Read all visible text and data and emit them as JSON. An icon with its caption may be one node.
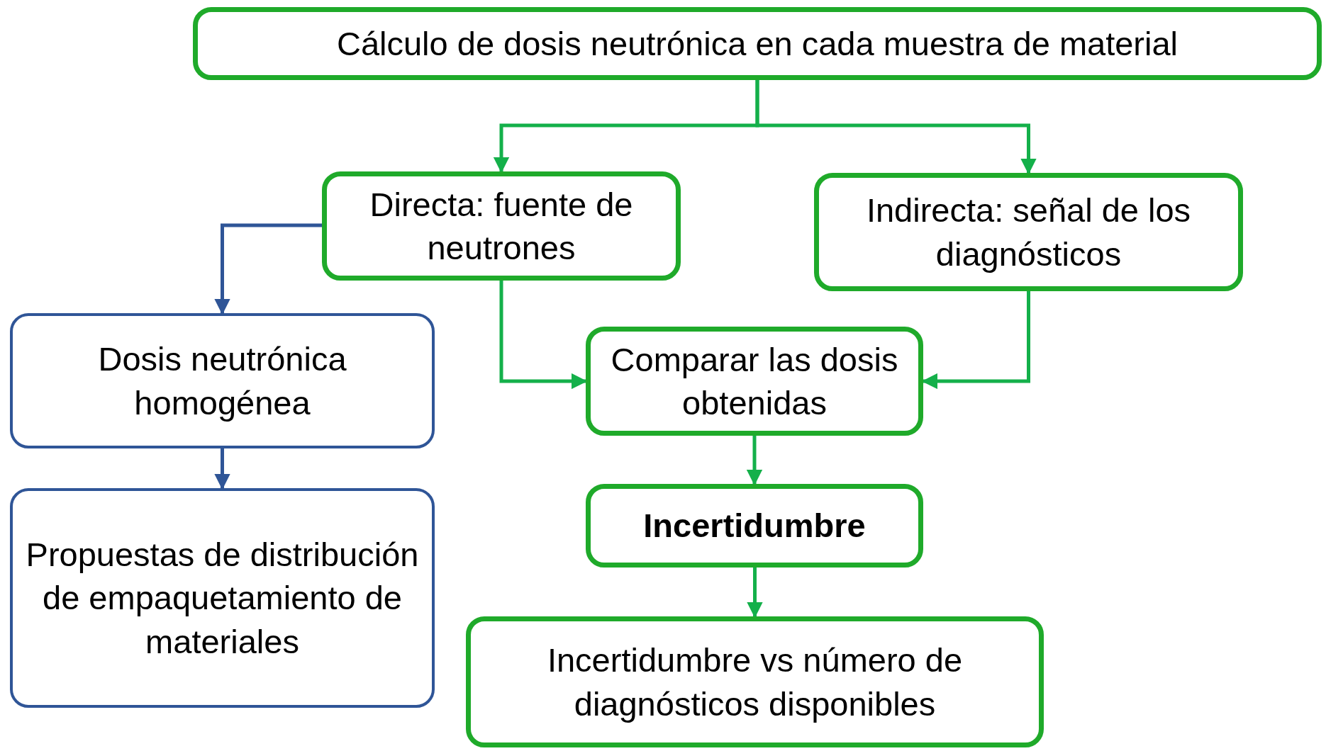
{
  "diagram": {
    "nodes": [
      {
        "text": [
          "Cálculo de dosis neutrónica en cada muestra de material"
        ]
      },
      {
        "text": [
          "Directa: fuente de neutrones"
        ]
      },
      {
        "text": [
          "Indirecta: señal de los diagnósticos"
        ]
      },
      {
        "text": [
          "Dosis neutrónica homogénea"
        ]
      },
      {
        "text": [
          "Comparar las dosis obtenidas"
        ]
      },
      {
        "text": [
          "Propuestas de distribución de empaquetamiento de materiales"
        ]
      },
      {
        "text": [
          "Incertidumbre"
        ]
      },
      {
        "text": [
          "Incertidumbre vs número de diagnósticos disponibles"
        ]
      }
    ],
    "edges": [
      {
        "from": 0,
        "to": 1,
        "arrow": "to"
      },
      {
        "from": 0,
        "to": 2,
        "arrow": "to"
      },
      {
        "from": 1,
        "to": 3,
        "arrow": "to",
        "color": "#2f5597"
      },
      {
        "from": 3,
        "to": 5,
        "arrow": "to",
        "color": "#2f5597"
      },
      {
        "from": 1,
        "to": 4,
        "arrow": "to"
      },
      {
        "from": 2,
        "to": 4,
        "arrow": "to"
      },
      {
        "from": 4,
        "to": 6,
        "arrow": "to"
      },
      {
        "from": 6,
        "to": 7,
        "arrow": "to"
      }
    ]
  }
}
